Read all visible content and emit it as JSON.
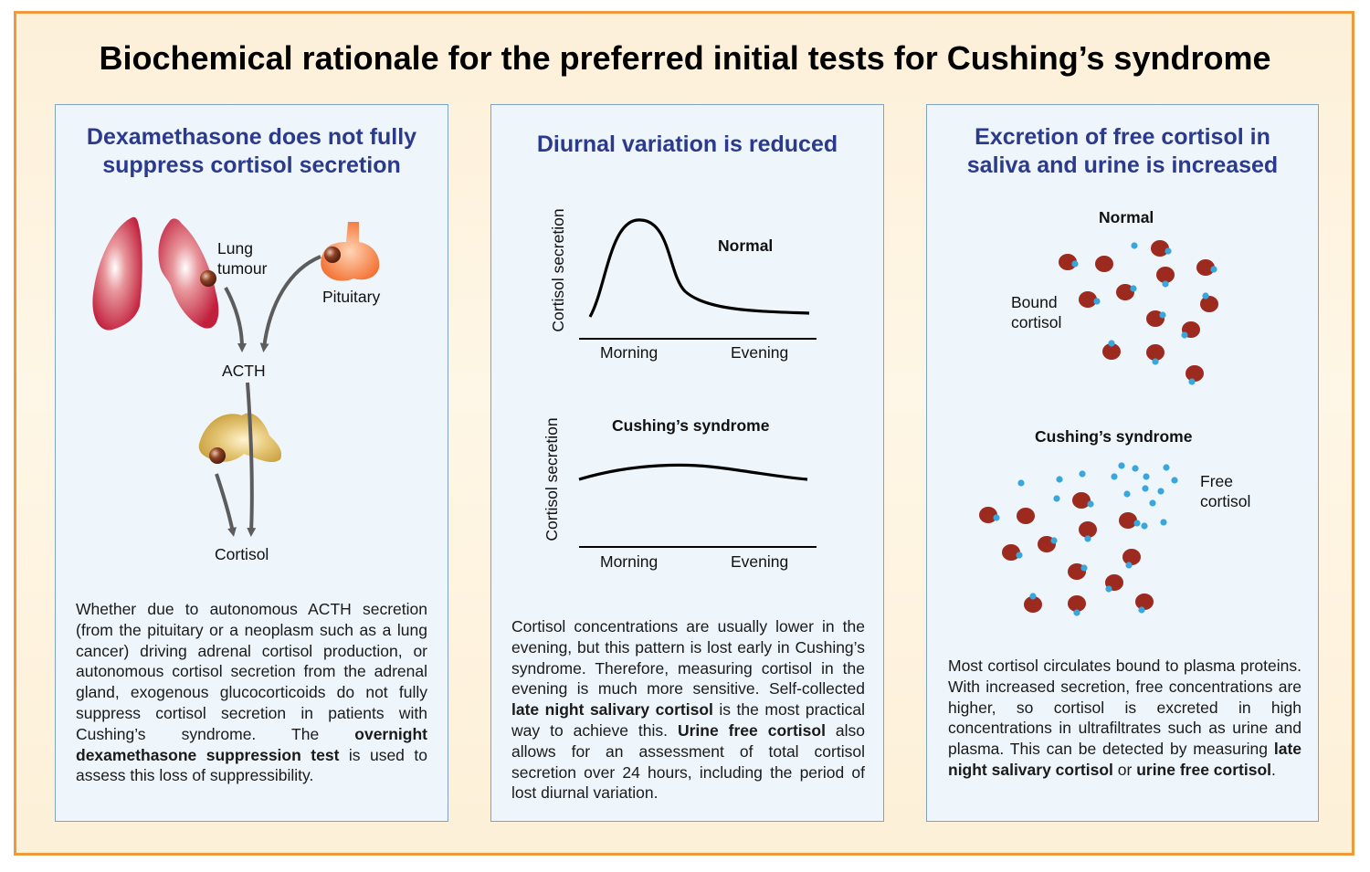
{
  "title": "Biochemical rationale for the preferred initial tests for Cushing’s syndrome",
  "panel1": {
    "title_line1": "Dexamethasone does not fully",
    "title_line2": "suppress cortisol secretion",
    "lung_label_1": "Lung",
    "lung_label_2": "tumour",
    "pituitary_label": "Pituitary",
    "acth_label": "ACTH",
    "cortisol_label": "Cortisol",
    "desc_1": "Whether due to autonomous ACTH secretion (from the pituitary or a neoplasm such as a lung cancer) driving adrenal cortisol production, or autonomous cortisol secretion from the adrenal gland, exogenous glucocorticoids do not fully suppress cortisol secretion in patients with Cushing’s syndrome. The ",
    "desc_bold_1": "overnight dexamethasone suppression test",
    "desc_2": " is used to assess this loss of suppressibility."
  },
  "panel2": {
    "title": "Diurnal variation is reduced",
    "normal_label": "Normal",
    "cushing_label": "Cushing’s syndrome",
    "ylabel": "Cortisol secretion",
    "morning": "Morning",
    "evening": "Evening",
    "desc_1": "Cortisol concentrations are usually lower in the evening, but this pattern is lost early in Cushing’s syndrome. Therefore, measuring cortisol in the evening is much more sensitive. Self-collected ",
    "desc_bold_1": "late night salivary cortisol",
    "desc_2": " is the most practical way to achieve this. ",
    "desc_bold_2": "Urine free cortisol",
    "desc_3": " also allows for an assessment of total cortisol secretion over 24 hours, including the period of lost diurnal variation."
  },
  "panel3": {
    "title_line1": "Excretion of free cortisol in",
    "title_line2": "saliva and urine is increased",
    "normal_label": "Normal",
    "bound_label_1": "Bound",
    "bound_label_2": "cortisol",
    "cushing_label": "Cushing’s syndrome",
    "free_label_1": "Free",
    "free_label_2": "cortisol",
    "desc_1": "Most cortisol circulates bound to plasma proteins. With increased secretion, free concentrations are higher, so cortisol is excreted in high concentrations in ultrafiltrates such as urine and plasma. This can be detected by measuring ",
    "desc_bold_1": "late night salivary cortisol",
    "desc_2": " or ",
    "desc_bold_2": "urine free cortisol",
    "desc_3": "."
  },
  "colors": {
    "frame": "#ee9a3a",
    "title_blue": "#2b3a8c",
    "protein": "#9c2a1e",
    "cortisol_dot": "#3aa7dc",
    "arrow": "#5c5c5c"
  }
}
